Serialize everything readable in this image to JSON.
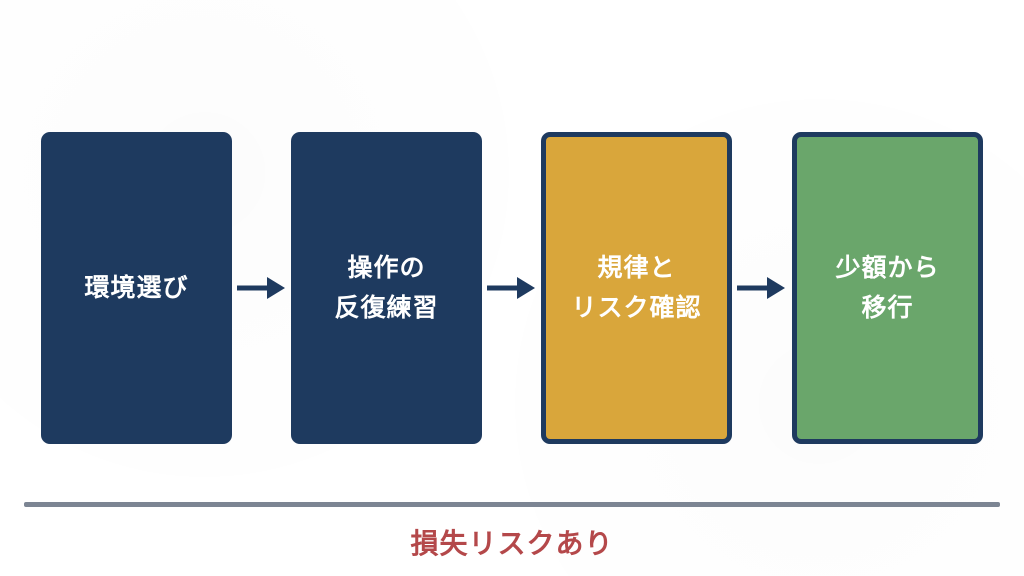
{
  "steps": [
    {
      "label": "環境選び"
    },
    {
      "label": "操作の\n反復練習"
    },
    {
      "label": "規律と\nリスク確認"
    },
    {
      "label": "少額から\n移行"
    }
  ],
  "footer": {
    "risk_label": "損失リスクあり"
  },
  "colors": {
    "navy": "#1e3a5f",
    "gold": "#d9a63b",
    "green": "#6aa66b",
    "risk_red": "#b4484a",
    "line_gray": "#7c8593"
  },
  "icons": {
    "connector": "arrow-right-icon"
  }
}
